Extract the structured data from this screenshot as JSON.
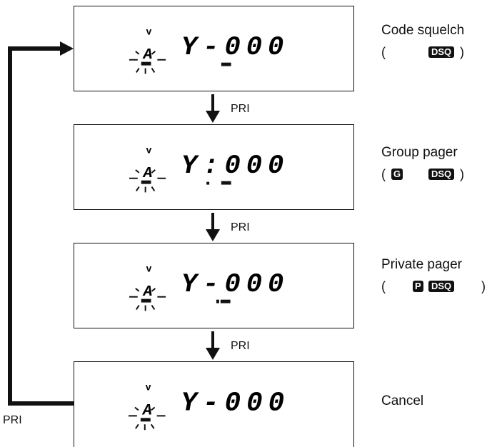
{
  "steps": [
    {
      "label": "Code squelch",
      "open": "(",
      "g": "",
      "p": "",
      "dsq": "DSQ",
      "close": ")"
    },
    {
      "label": "Group pager",
      "open": "(",
      "g": "G",
      "p": "",
      "dsq": "DSQ",
      "close": ")"
    },
    {
      "label": "Private pager",
      "open": "(",
      "g": "",
      "p": "P",
      "dsq": "DSQ",
      "close": ")"
    },
    {
      "label": "Cancel"
    }
  ],
  "display": {
    "mode_char": "A",
    "line1": "Y-000",
    "line2": "Y:000",
    "line3": "Y-000",
    "line4": "Y-000"
  },
  "arrows": {
    "pri_1": "PRI",
    "pri_2": "PRI",
    "pri_3": "PRI",
    "loop": "PRI"
  },
  "colors": {
    "ink": "#111111",
    "paper": "#ffffff"
  }
}
